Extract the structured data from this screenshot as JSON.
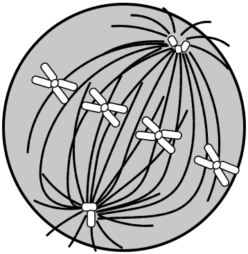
{
  "figure": {
    "subject": "cell-in-metaphase",
    "colors": {
      "background": "#ffffff",
      "cytoplasm": "#c8c8c8",
      "outline": "#000000",
      "spindle_fiber": "#000000",
      "centrosome": "#ffffff",
      "chromosome_fill": "#ffffff",
      "chromosome_outline": "#000000"
    },
    "chromosome_count": 4,
    "spindle_poles": 2,
    "labels": []
  }
}
